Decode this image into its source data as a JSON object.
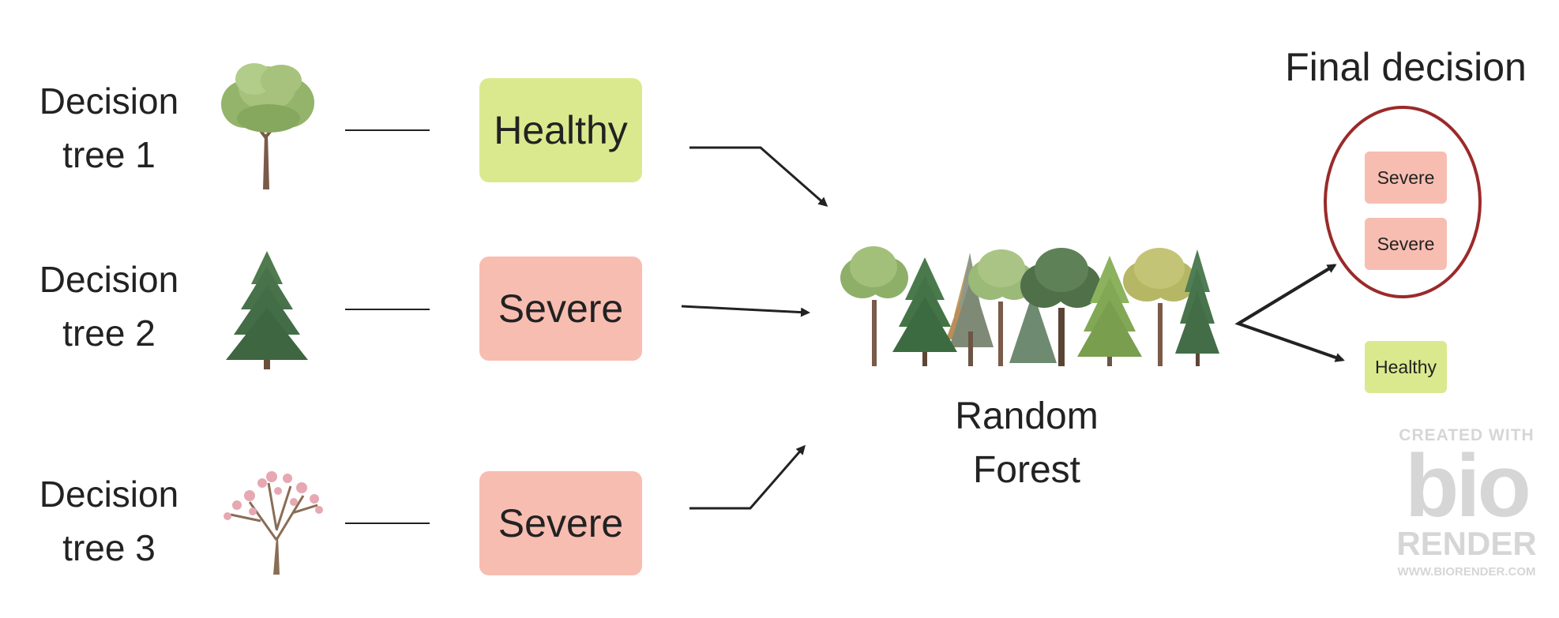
{
  "trees": [
    {
      "label_line1": "Decision",
      "label_line2": "tree 1",
      "prediction": "Healthy",
      "icon": "broadleaf-tree-icon"
    },
    {
      "label_line1": "Decision",
      "label_line2": "tree 2",
      "prediction": "Severe",
      "icon": "pine-tree-icon"
    },
    {
      "label_line1": "Decision",
      "label_line2": "tree 3",
      "prediction": "Severe",
      "icon": "blossom-tree-icon"
    }
  ],
  "forest": {
    "label_line1": "Random",
    "label_line2": "Forest",
    "icon": "forest-icon"
  },
  "final": {
    "title": "Final decision",
    "chosen": [
      "Severe",
      "Severe"
    ],
    "other": "Healthy"
  },
  "watermark": {
    "top": "CREATED WITH",
    "bio": "bio",
    "render": "RENDER",
    "url": "WWW.BIORENDER.COM"
  },
  "colors": {
    "healthy": "#dbe98e",
    "severe": "#f8bdb1",
    "circle": "#9b2a2a",
    "arrow": "#222222"
  }
}
